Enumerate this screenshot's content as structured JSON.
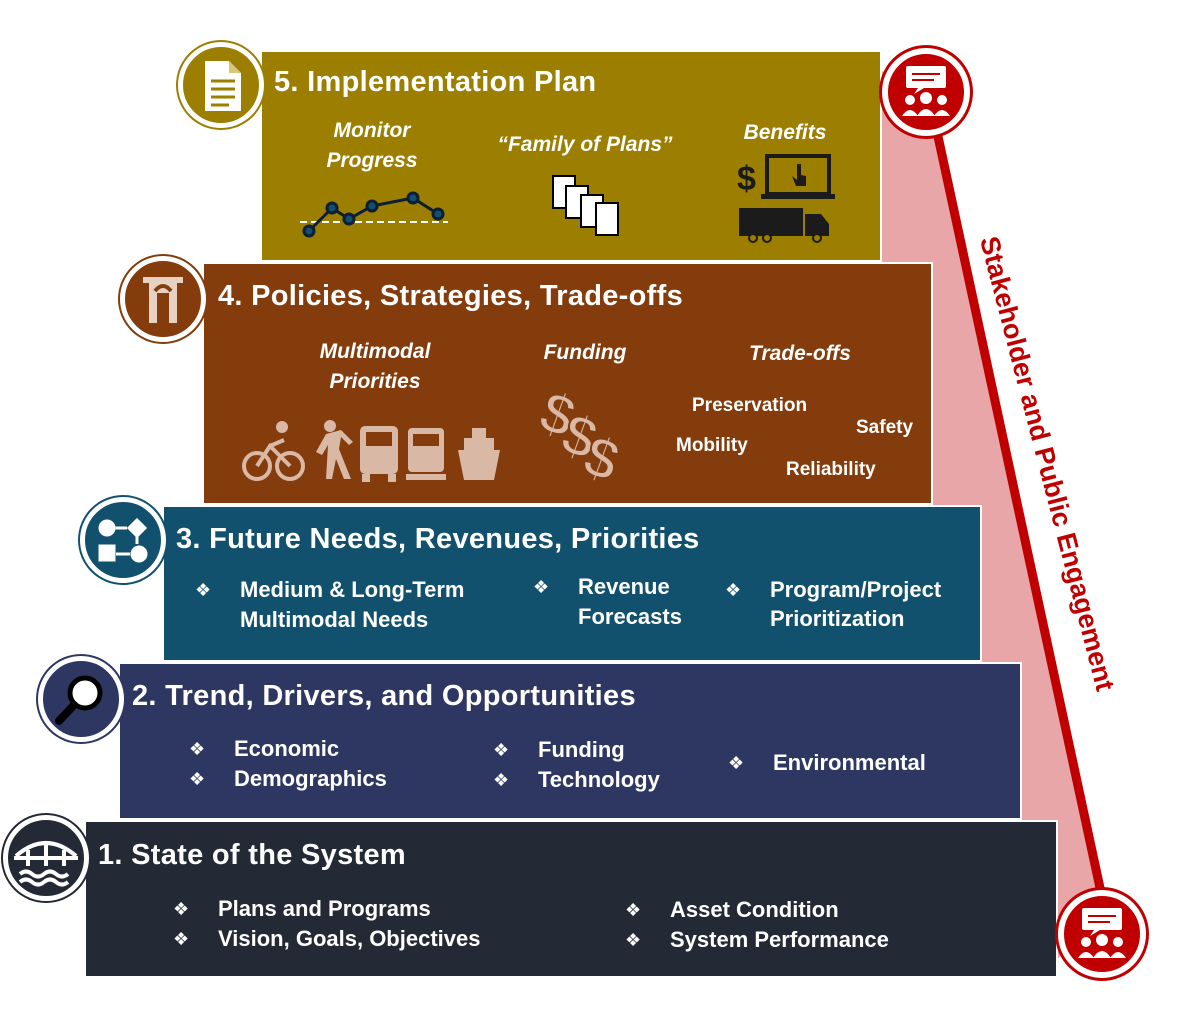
{
  "colors": {
    "level5": "#9c7e00",
    "level4": "#843c0c",
    "level3": "#11516e",
    "level2": "#2e3762",
    "level1": "#232a36",
    "engagement": "#c00000",
    "engagement_band": "#e8a6a8"
  },
  "engagement_label": "Stakeholder and Public Engagement",
  "level5": {
    "title": "5. Implementation Plan",
    "icon": "document-icon",
    "monitor": "Monitor Progress",
    "family": "“Family of Plans”",
    "benefits": "Benefits"
  },
  "level4": {
    "title": "4. Policies, Strategies, Trade-offs",
    "icon": "bridge-road-icon",
    "multimodal": "Multimodal Priorities",
    "funding": "Funding",
    "tradeoffs": "Trade-offs",
    "tradeoff_words": [
      "Preservation",
      "Safety",
      "Mobility",
      "Reliability"
    ]
  },
  "level3": {
    "title": "3. Future Needs, Revenues, Priorities",
    "icon": "flowchart-icon",
    "bullets": [
      [
        "Medium & Long-Term",
        "Multimodal Needs"
      ],
      [
        "Revenue",
        "Forecasts"
      ],
      [
        "Program/Project",
        "Prioritization"
      ]
    ]
  },
  "level2": {
    "title": "2. Trend, Drivers, and Opportunities",
    "icon": "magnifier-icon",
    "bullets": [
      "Economic",
      "Demographics",
      "Funding",
      "Technology",
      "Environmental"
    ]
  },
  "level1": {
    "title": "1. State of the System",
    "icon": "bridge-icon",
    "bullets": [
      "Plans and Programs",
      "Vision, Goals, Objectives",
      "Asset Condition",
      "System Performance"
    ]
  },
  "bullet_glyph": "❖"
}
